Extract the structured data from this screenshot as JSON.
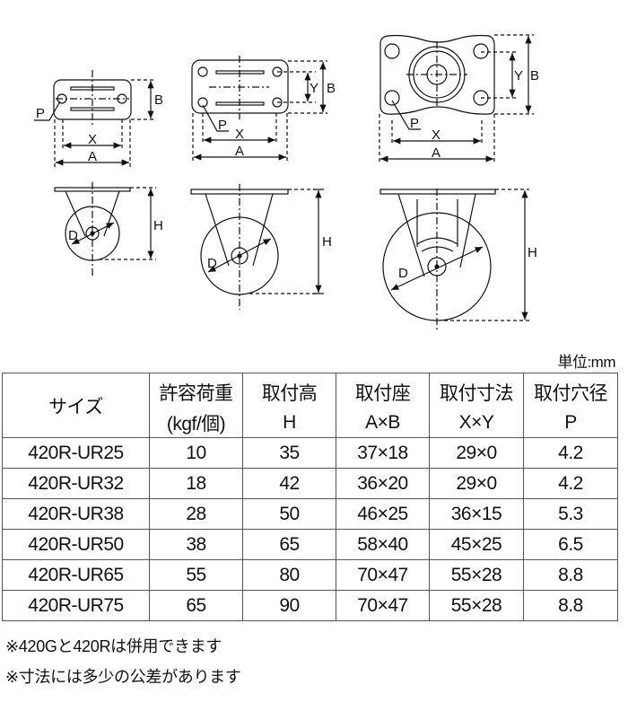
{
  "drawings": {
    "labels": {
      "P": "P",
      "X": "X",
      "A": "A",
      "B": "B",
      "Y": "Y",
      "H": "H",
      "D": "D"
    },
    "top_views": [
      "small-plate-2-holes",
      "medium-plate-4-holes",
      "large-plate-4-holes-with-bearing"
    ],
    "side_views": [
      "small-caster",
      "medium-caster",
      "large-caster"
    ]
  },
  "unit": "単位:mm",
  "table": {
    "headers": [
      {
        "line1": "サイズ",
        "line2": ""
      },
      {
        "line1": "許容荷重",
        "line2": "(kgf/個)"
      },
      {
        "line1": "取付高",
        "line2": "H"
      },
      {
        "line1": "取付座",
        "line2": "A×B"
      },
      {
        "line1": "取付寸法",
        "line2": "X×Y"
      },
      {
        "line1": "取付穴径",
        "line2": "P"
      }
    ],
    "rows": [
      [
        "420R-UR25",
        "10",
        "35",
        "37×18",
        "29×0",
        "4.2"
      ],
      [
        "420R-UR32",
        "18",
        "42",
        "36×20",
        "29×0",
        "4.2"
      ],
      [
        "420R-UR38",
        "28",
        "50",
        "46×25",
        "36×15",
        "5.3"
      ],
      [
        "420R-UR50",
        "38",
        "65",
        "58×40",
        "45×25",
        "6.5"
      ],
      [
        "420R-UR65",
        "55",
        "80",
        "70×47",
        "55×28",
        "8.8"
      ],
      [
        "420R-UR75",
        "65",
        "90",
        "70×47",
        "55×28",
        "8.8"
      ]
    ]
  },
  "notes": [
    "※420Gと420Rは併用できます",
    "※寸法には多少の公差があります"
  ]
}
